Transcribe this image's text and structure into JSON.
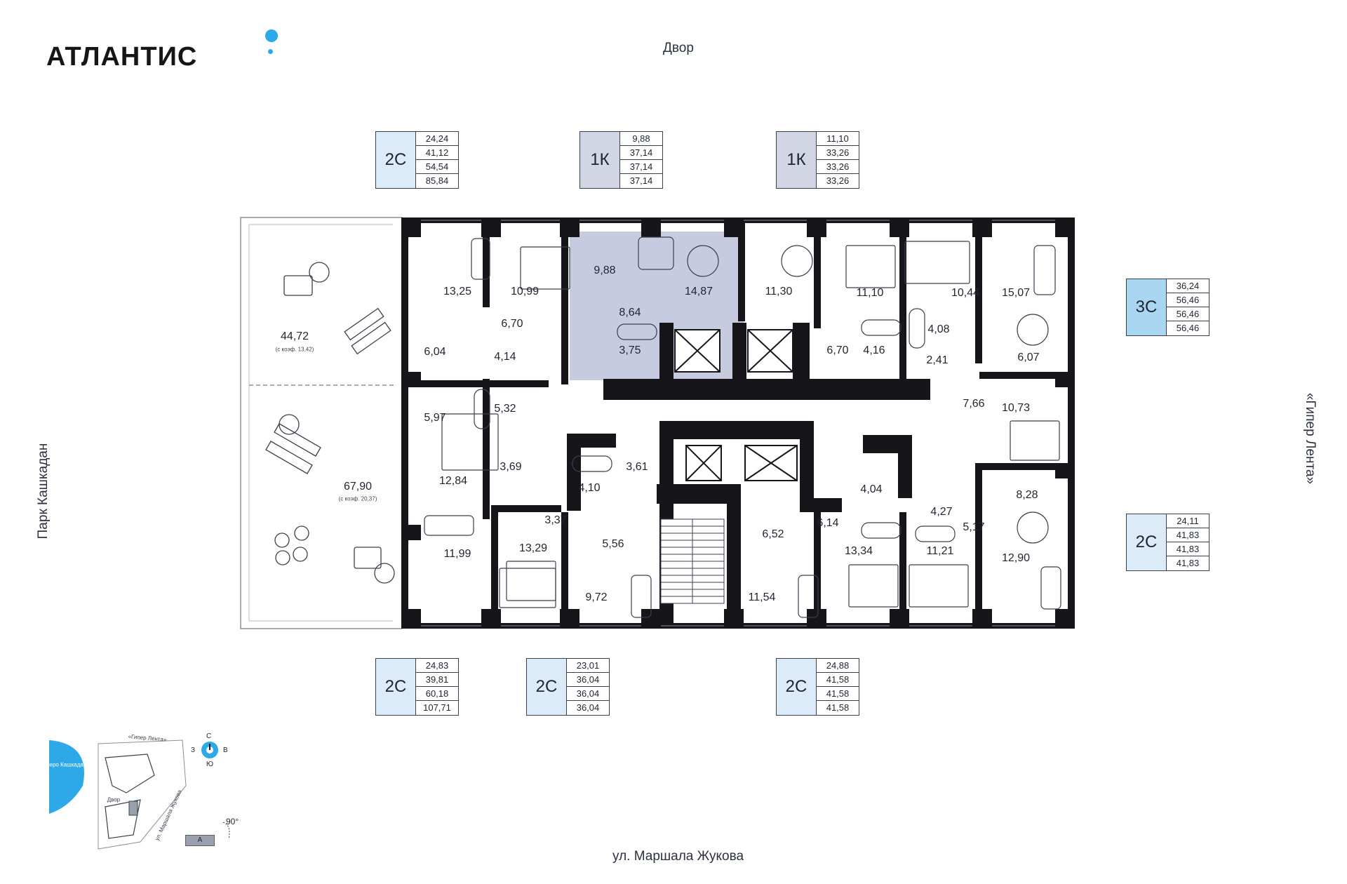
{
  "brand": {
    "name": "АТЛАНТИС",
    "accent": "#2ea9e8"
  },
  "sides": {
    "top": "Двор",
    "bottom": "ул. Маршала Жукова",
    "left": "Парк Кашкадан",
    "right": "«Гипер Лента»"
  },
  "colors": {
    "type_2c": "#dcebf8",
    "type_1k": "#d2d5e3",
    "type_3c": "#a9d6f0",
    "wall": "#16161a",
    "selected_apartment": "#c7cbe0"
  },
  "apartments": [
    {
      "id": "top-2c",
      "code": "2С",
      "values": [
        "24,24",
        "41,12",
        "54,54",
        "85,84"
      ]
    },
    {
      "id": "top-1k-a",
      "code": "1К",
      "values": [
        "9,88",
        "37,14",
        "37,14",
        "37,14"
      ]
    },
    {
      "id": "top-1k-b",
      "code": "1К",
      "values": [
        "11,10",
        "33,26",
        "33,26",
        "33,26"
      ]
    },
    {
      "id": "right-3c",
      "code": "3С",
      "values": [
        "36,24",
        "56,46",
        "56,46",
        "56,46"
      ]
    },
    {
      "id": "right-2c",
      "code": "2С",
      "values": [
        "24,11",
        "41,83",
        "41,83",
        "41,83"
      ]
    },
    {
      "id": "bottom-2c-a",
      "code": "2С",
      "values": [
        "24,83",
        "39,81",
        "60,18",
        "107,71"
      ]
    },
    {
      "id": "bottom-2c-b",
      "code": "2С",
      "values": [
        "23,01",
        "36,04",
        "36,04",
        "36,04"
      ]
    },
    {
      "id": "bottom-2c-c",
      "code": "2С",
      "values": [
        "24,88",
        "41,58",
        "41,58",
        "41,58"
      ]
    }
  ],
  "terrace": {
    "upper": {
      "area": "44,72",
      "coef": "(с коэф. 13,42)"
    },
    "lower": {
      "area": "67,90",
      "coef": "(с коэф. 20,37)"
    }
  },
  "rooms": [
    "13,25",
    "10,99",
    "9,88",
    "14,87",
    "8,64",
    "3,75",
    "6,70",
    "6,04",
    "4,14",
    "11,30",
    "11,10",
    "10,44",
    "15,07",
    "6,70",
    "4,16",
    "4,08",
    "2,41",
    "6,07",
    "5,97",
    "5,32",
    "7,66",
    "10,73",
    "3,69",
    "12,84",
    "3,61",
    "4,10",
    "4,04",
    "4,27",
    "8,28",
    "3,37",
    "6,14",
    "5,17",
    "11,99",
    "13,29",
    "5,56",
    "6,52",
    "13,34",
    "11,21",
    "12,90",
    "9,72",
    "11,54"
  ],
  "minimap": {
    "lake": "Озеро Кашкадан",
    "road_top": "«Гипер Лента»",
    "road_side": "ул. Маршала Жукова",
    "yard": "Двор",
    "compass": {
      "n": "С",
      "s": "Ю",
      "w": "З",
      "e": "В"
    },
    "rotation": "90°",
    "section": "А"
  }
}
